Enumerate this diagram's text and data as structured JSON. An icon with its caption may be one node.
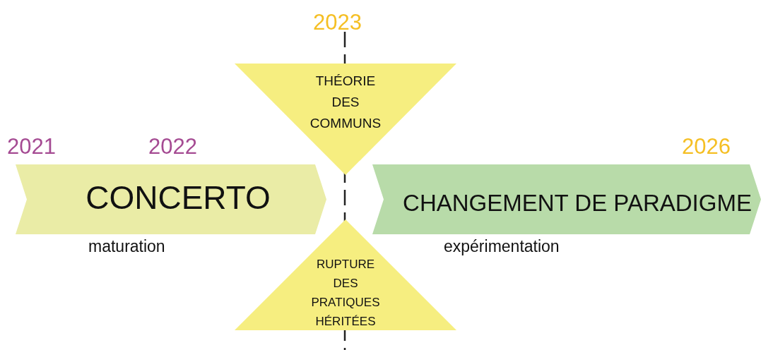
{
  "diagram": {
    "nodes": [
      {
        "text": [
          "CONCERTO"
        ],
        "beside": [
          "maturation"
        ]
      },
      {
        "text": [
          "THÉORIE DES COMMUNS"
        ]
      },
      {
        "text": [
          "RUPTURE DES PRATIQUES HÉRITÉES"
        ]
      },
      {
        "text": [
          "CHANGEMENT DE PARADIGME"
        ],
        "beside": [
          "expérimentation"
        ]
      }
    ],
    "labels": [
      "2023",
      "2021",
      "2022",
      "2026"
    ]
  }
}
